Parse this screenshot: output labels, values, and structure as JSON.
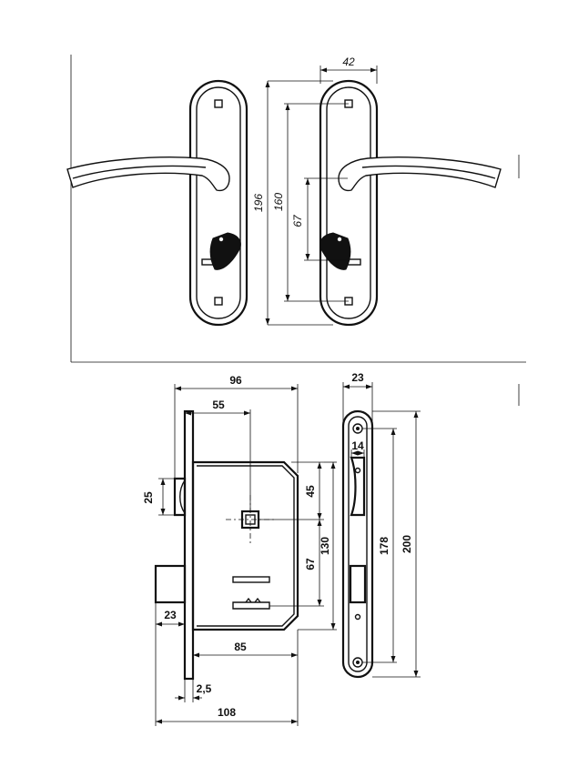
{
  "top_view": {
    "dims": {
      "width_42": "42",
      "height_196": "196",
      "height_160": "160",
      "height_67": "67"
    }
  },
  "bottom_view": {
    "dims": {
      "width_96": "96",
      "width_55": "55",
      "h_25": "25",
      "h_45": "45",
      "h_130": "130",
      "h_67": "67",
      "w_23_left": "23",
      "w_85": "85",
      "w_2_5": "2,5",
      "w_108": "108",
      "w_23_plate": "23",
      "w_14": "14",
      "h_178": "178",
      "h_200": "200"
    }
  }
}
